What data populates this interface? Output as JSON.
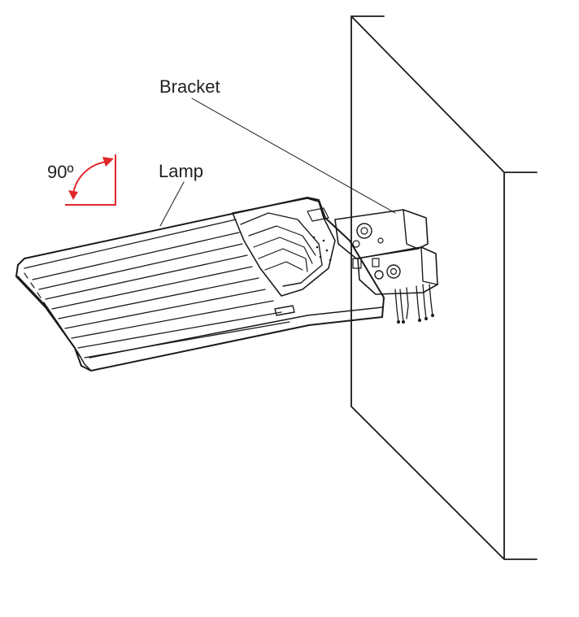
{
  "labels": {
    "bracket": "Bracket",
    "lamp": "Lamp",
    "angle": "90º"
  },
  "colors": {
    "line": "#1a1a1a",
    "accent": "#e0262b",
    "background": "#ffffff"
  }
}
